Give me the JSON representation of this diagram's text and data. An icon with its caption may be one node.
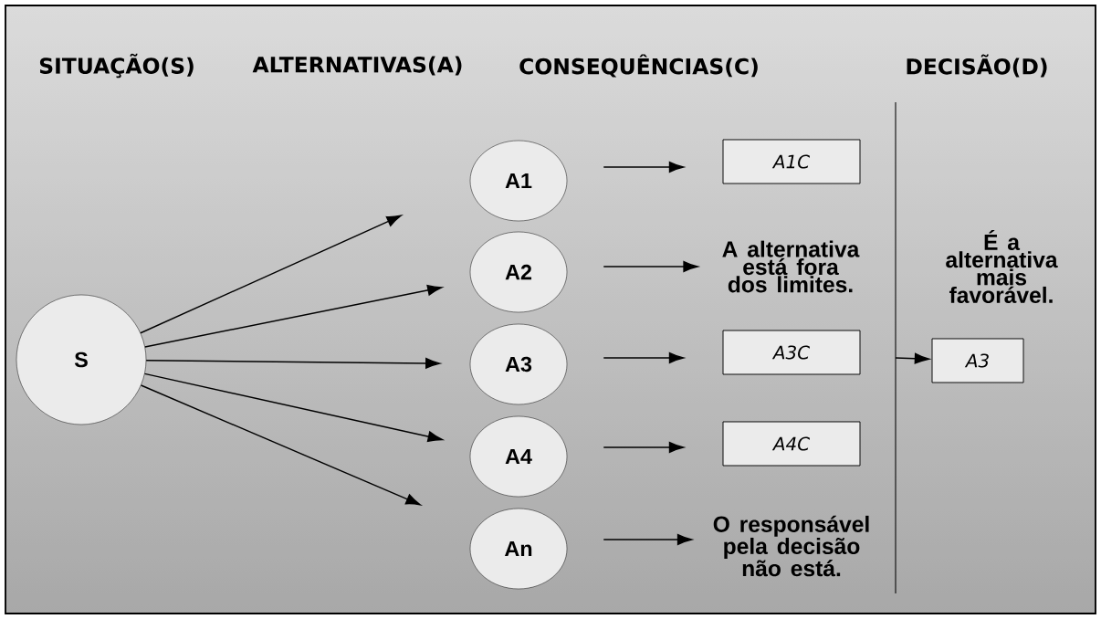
{
  "diagram": {
    "nodes": [
      {
        "text": [
          "S"
        ]
      },
      {
        "text": [
          "A1"
        ]
      },
      {
        "text": [
          "A2"
        ]
      },
      {
        "text": [
          "A3"
        ]
      },
      {
        "text": [
          "A4"
        ]
      },
      {
        "text": [
          "An"
        ]
      },
      {
        "text": [
          "A1C"
        ]
      },
      {
        "text": [
          "A alternativa está fora dos limites."
        ]
      },
      {
        "text": [
          "A3C"
        ]
      },
      {
        "text": [
          "A4C"
        ]
      },
      {
        "text": [
          "O responsável pela decisão não está."
        ]
      },
      {
        "text": [
          "A3"
        ],
        "beside": [
          "É a alternativa mais favorável."
        ]
      }
    ],
    "edges": [
      {
        "from": 0,
        "to": null,
        "arrow": "to"
      },
      {
        "from": 0,
        "to": 2,
        "arrow": "to"
      },
      {
        "from": 0,
        "to": 3,
        "arrow": "to"
      },
      {
        "from": 0,
        "to": 4,
        "arrow": "to"
      },
      {
        "from": 0,
        "to": null,
        "arrow": "to"
      },
      {
        "from": 1,
        "to": 6,
        "arrow": "to"
      },
      {
        "from": 2,
        "to": 7,
        "arrow": "to"
      },
      {
        "from": 3,
        "to": 8,
        "arrow": "to"
      },
      {
        "from": 4,
        "to": 9,
        "arrow": "to"
      },
      {
        "from": 5,
        "to": 10,
        "arrow": "to"
      },
      {
        "from": null,
        "to": 11,
        "arrow": "to"
      }
    ],
    "labels": [
      "SITUAÇÃO(S)",
      "ALTERNATIVAS(A)",
      "CONSEQUÊNCIAS(C)",
      "DECISÃO(D)"
    ]
  }
}
